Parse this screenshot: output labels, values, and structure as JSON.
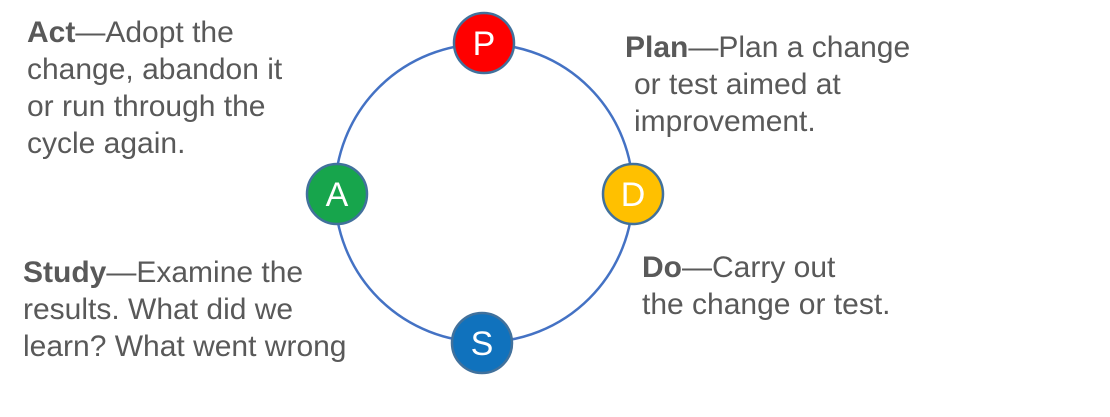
{
  "colors": {
    "ring": "#4472C4",
    "node_border": "#41719C",
    "node_letter": "#FFFFFF",
    "text": "#595959"
  },
  "diagram": {
    "nodes": [
      {
        "letter": "P",
        "color": "#FF0000"
      },
      {
        "letter": "D",
        "color": "#FFC000"
      },
      {
        "letter": "S",
        "color": "#1072BD"
      },
      {
        "letter": "A",
        "color": "#17A54C"
      }
    ]
  },
  "labels": {
    "act": {
      "lead": "Act",
      "first": "—Adopt the",
      "more": "change, abandon it\nor run through the\ncycle again."
    },
    "plan": {
      "lead": "Plan",
      "first": "—Plan a change",
      "more": "or test aimed at\nimprovement."
    },
    "study": {
      "lead": "Study",
      "first": "—Examine the",
      "more": "results. What did we\nlearn? What went wrong"
    },
    "do": {
      "lead": "Do",
      "first": "—Carry out",
      "more": "the change or test."
    }
  }
}
